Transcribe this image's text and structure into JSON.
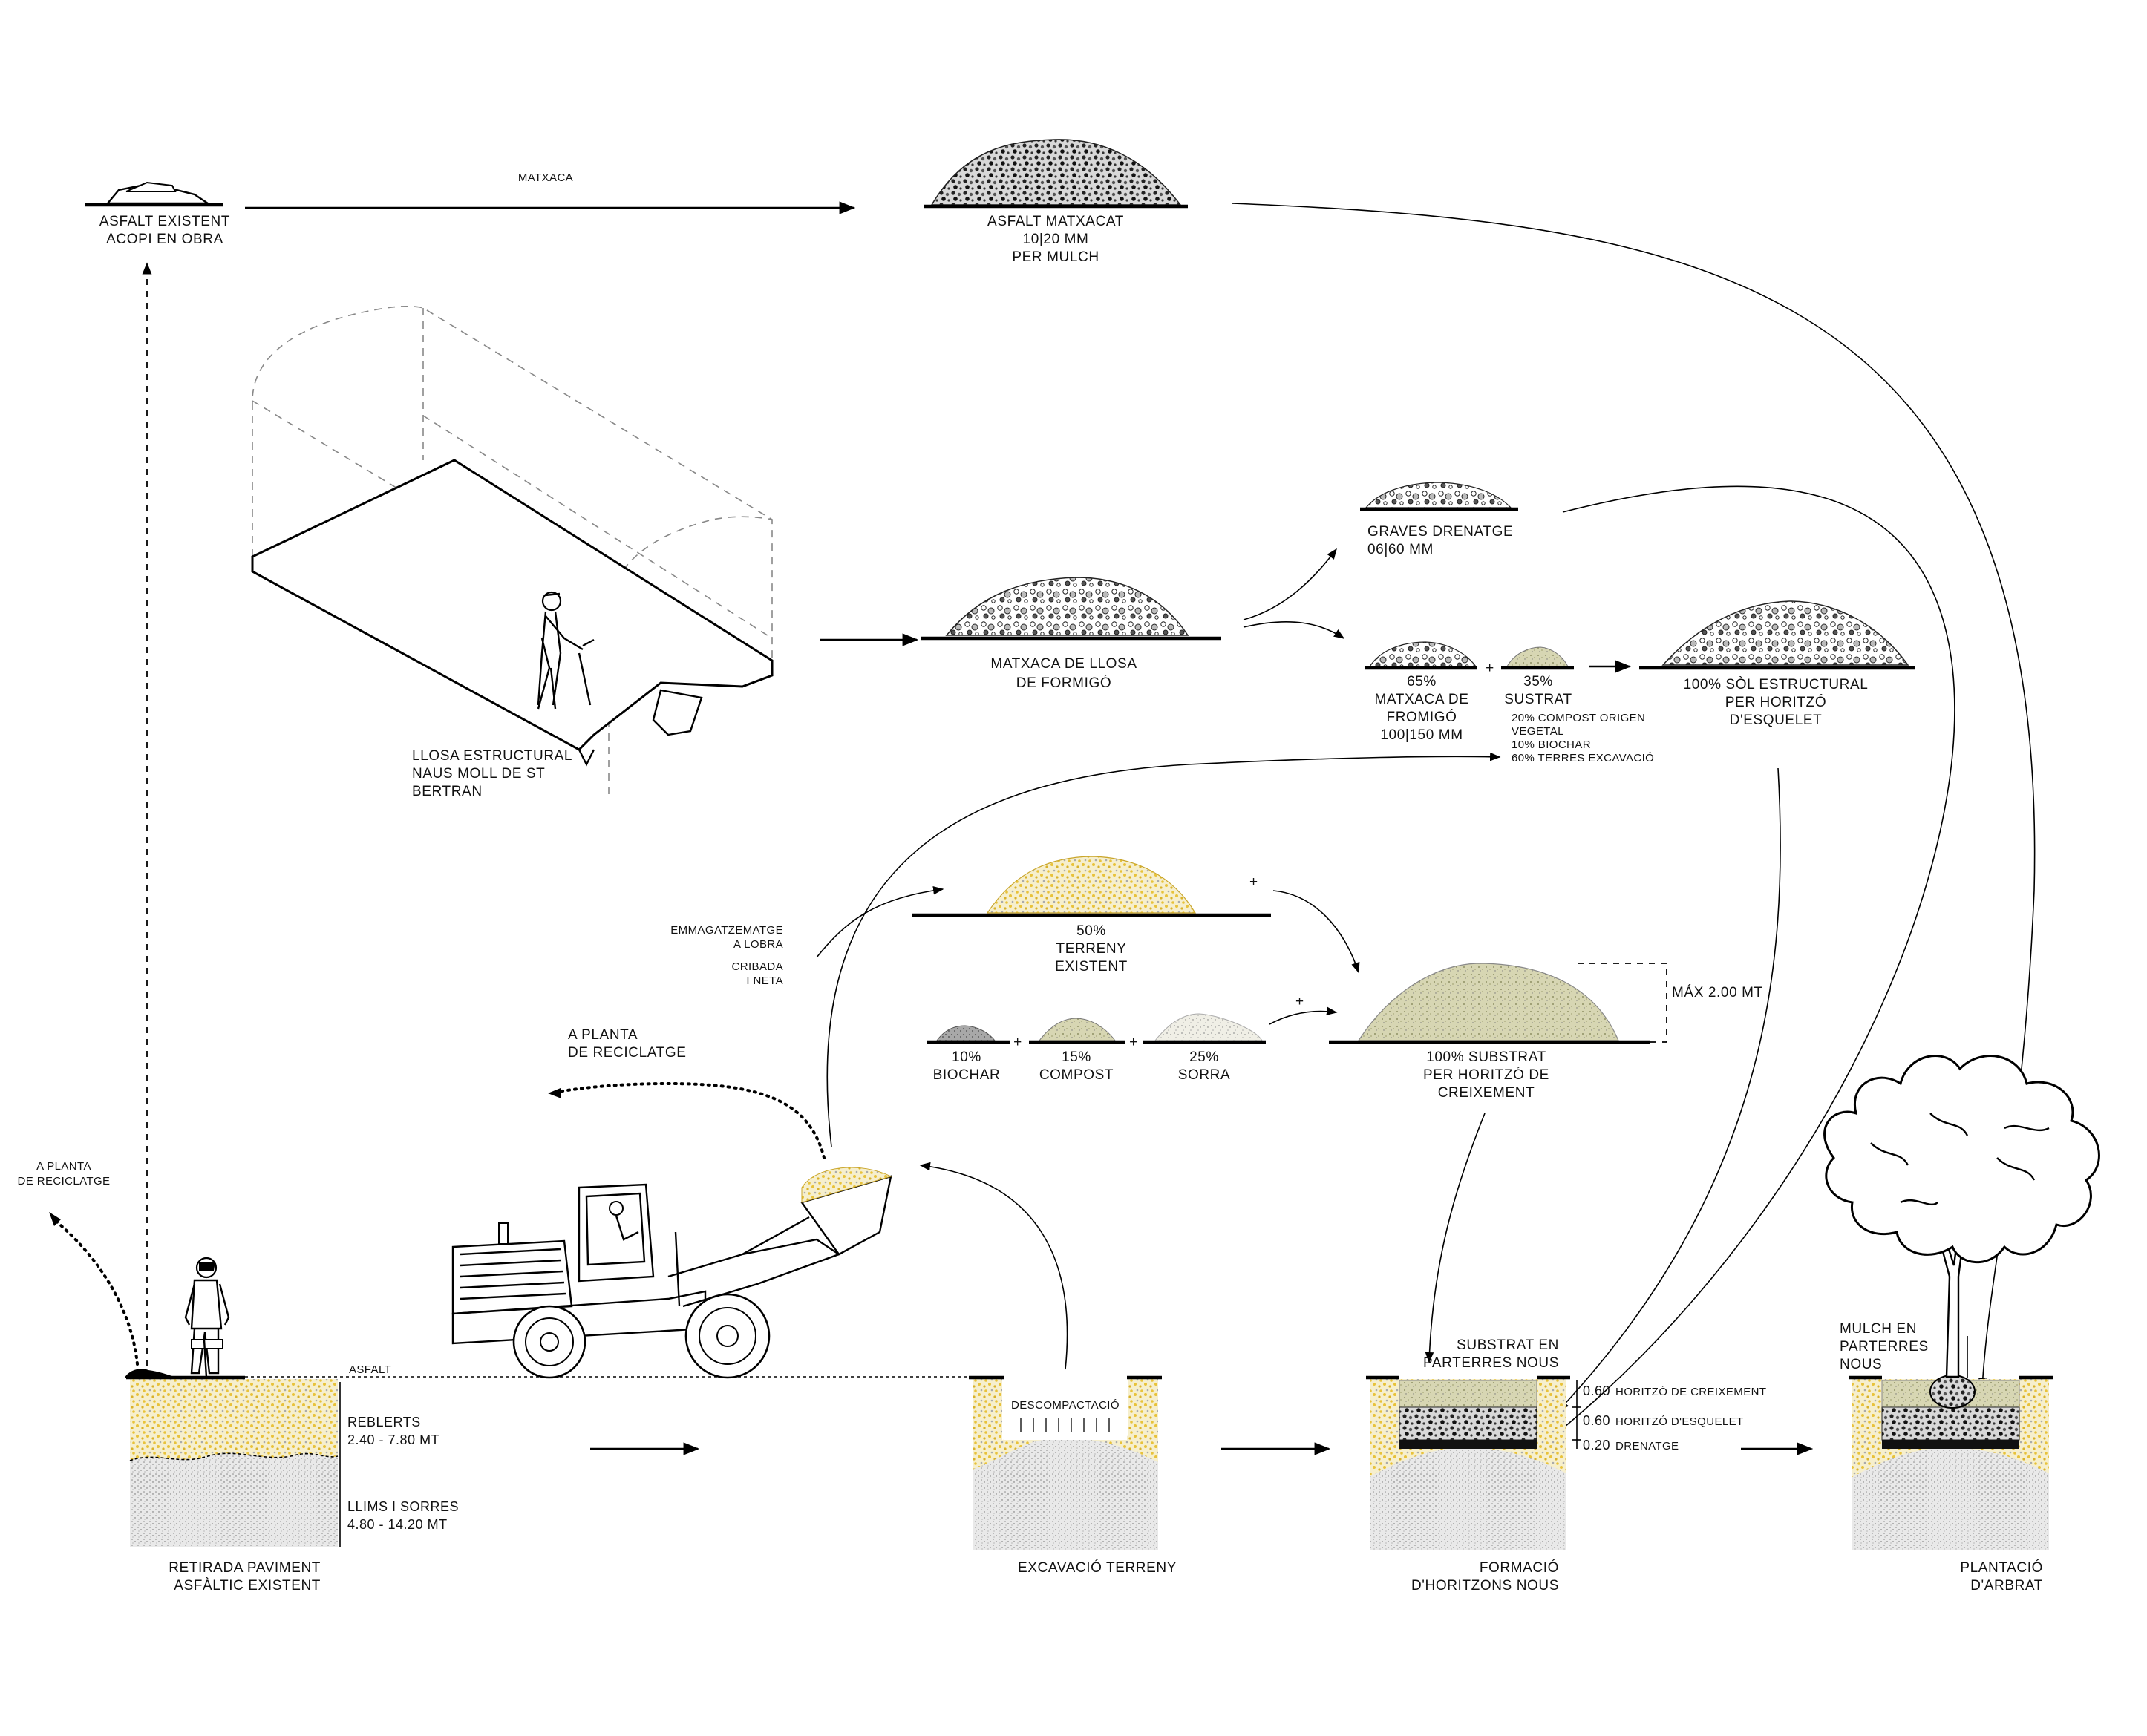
{
  "labels": {
    "asfalt_existent": [
      "ASFALT EXISTENT",
      "ACOPI EN OBRA"
    ],
    "matxaca": "MATXACA",
    "asfalt_matxacat": [
      "ASFALT MATXACAT",
      "10|20 MM",
      "PER MULCH"
    ],
    "llosa": [
      "LLOSA ESTRUCTURAL",
      "NAUS MOLL DE ST",
      "BERTRAN"
    ],
    "matxaca_llosa": [
      "MATXACA DE LLOSA",
      "DE FORMIGÓ"
    ],
    "graves": [
      "GRAVES DRENATGE",
      "06|60 MM"
    ],
    "matxaca_65": [
      "65%",
      "MATXACA DE",
      "FROMIGÓ",
      "100|150 MM"
    ],
    "sustrat_35": [
      "35%",
      "SUSTRAT"
    ],
    "sustrat_comp": [
      "20% COMPOST ORIGEN",
      "VEGETAL",
      "10% BIOCHAR",
      "60% TERRES EXCAVACIÓ"
    ],
    "sol_estructural": [
      "100% SÒL ESTRUCTURAL",
      "PER HORITZÓ",
      "D'ESQUELET"
    ],
    "emmagatzematge": [
      "EMMAGATZEMATGE",
      "A LOBRA",
      "CRIBADA",
      "I NETA"
    ],
    "terreny_50": [
      "50%",
      "TERRENY",
      "EXISTENT"
    ],
    "biochar": [
      "10%",
      "BIOCHAR"
    ],
    "compost": [
      "15%",
      "COMPOST"
    ],
    "sorra": [
      "25%",
      "SORRA"
    ],
    "substrat_100": [
      "100% SUBSTRAT",
      "PER HORITZÓ DE",
      "CREIXEMENT"
    ],
    "max": "MÁX 2.00 MT",
    "planta_reciclatge_1": [
      "A PLANTA",
      "DE RECICLATGE"
    ],
    "planta_reciclatge_2": [
      "A PLANTA",
      "DE RECICLATGE"
    ],
    "asfalt": "ASFALT",
    "reblerts": [
      "REBLERTS",
      "2.40 - 7.80 MT"
    ],
    "llims": [
      "LLIMS I SORRES",
      "4.80 - 14.20 MT"
    ],
    "retirada": [
      "RETIRADA PAVIMENT",
      "ASFÀLTIC EXISTENT"
    ],
    "descompactacio": "DESCOMPACTACIÓ",
    "excavacio": "EXCAVACIÓ TERRENY",
    "substrat_parterres": [
      "SUBSTRAT EN",
      "PARTERRES NOUS"
    ],
    "formacio": [
      "FORMACIÓ",
      "D'HORITZONS NOUS"
    ],
    "mulch": [
      "MULCH EN",
      "PARTERRES",
      "NOUS"
    ],
    "plantacio": [
      "PLANTACIÓ",
      "D'ARBRAT"
    ],
    "plus": "+"
  },
  "horizons": [
    {
      "value": "0.60",
      "name": "HORITZÓ DE CREIXEMENT"
    },
    {
      "value": "0.60",
      "name": "HORITZÓ D'ESQUELET"
    },
    {
      "value": "0.20",
      "name": "DRENATGE"
    }
  ],
  "colors": {
    "yellow": "#e8c23a",
    "green": "#b9bb8a",
    "gray": "#9c9c9c",
    "dark": "#333333",
    "sand": "#e8e2b8"
  }
}
